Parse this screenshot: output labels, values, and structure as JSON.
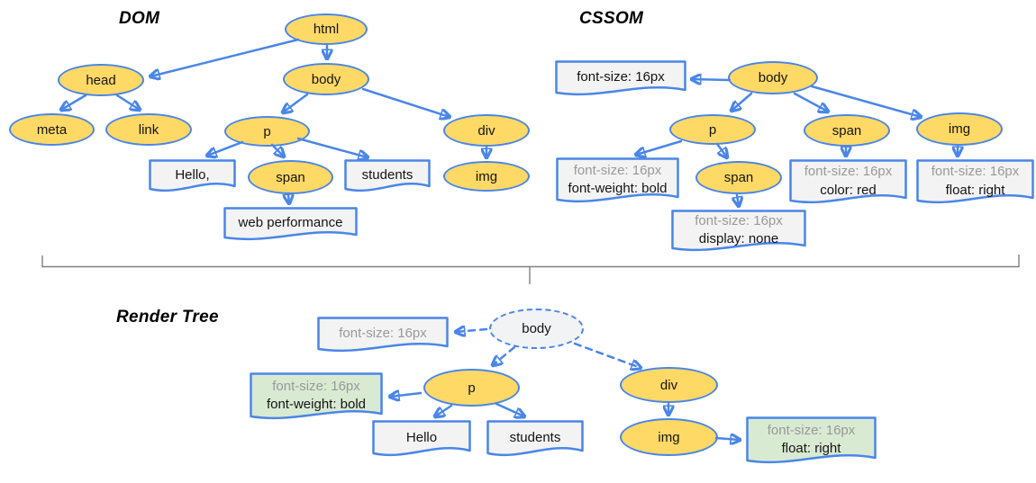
{
  "colors": {
    "node_fill": "#FFD966",
    "stroke_blue": "#4A86E8",
    "box_fill": "#F3F3F3",
    "green_box_fill": "#D9EAD3",
    "ghost_node_fill": "#F1F3F4",
    "muted_text": "#999999",
    "brace_gray": "#808080"
  },
  "dom": {
    "title": "DOM",
    "nodes": {
      "html": "html",
      "head": "head",
      "body": "body",
      "meta": "meta",
      "link": "link",
      "p": "p",
      "span": "span",
      "div": "div",
      "img": "img"
    },
    "texts": {
      "hello": "Hello,",
      "students": "students",
      "webperf": "web performance"
    }
  },
  "cssom": {
    "title": "CSSOM",
    "nodes": {
      "body": "body",
      "p": "p",
      "span": "span",
      "img": "img",
      "span2": "span"
    },
    "props": {
      "body": [
        "font-size: 16px"
      ],
      "p": [
        "font-size: 16px",
        "font-weight: bold"
      ],
      "span": [
        "font-size: 16px",
        "color: red"
      ],
      "img": [
        "font-size: 16px",
        "float: right"
      ],
      "span2": [
        "font-size: 16px",
        "display: none"
      ]
    }
  },
  "render": {
    "title": "Render Tree",
    "nodes": {
      "body": "body",
      "p": "p",
      "div": "div",
      "img": "img"
    },
    "texts": {
      "hello": "Hello",
      "students": "students"
    },
    "props": {
      "body": [
        "font-size: 16px"
      ],
      "p": [
        "font-size: 16px",
        "font-weight: bold"
      ],
      "img": [
        "font-size: 16px",
        "float: right"
      ]
    }
  }
}
